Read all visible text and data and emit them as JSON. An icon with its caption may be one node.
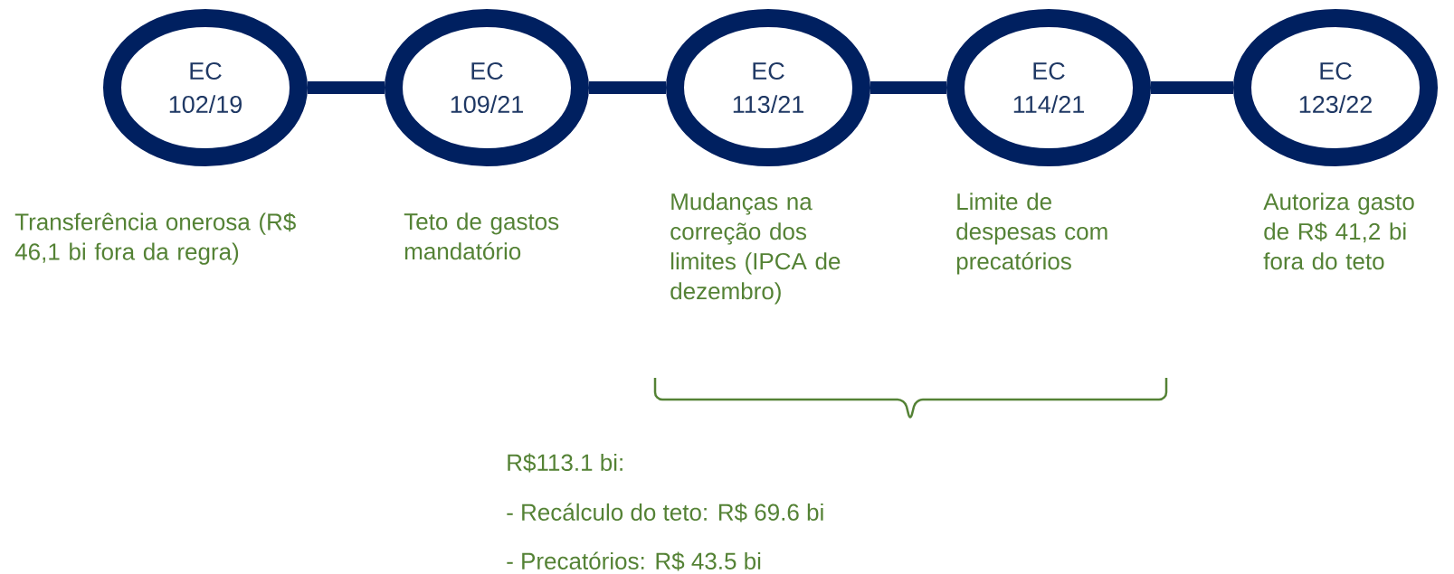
{
  "diagram": {
    "nodes": [
      {
        "text": [
          "EC 102/19"
        ],
        "beside": [
          "Transferência onerosa (R$ 46,1 bi fora da regra)"
        ]
      },
      {
        "text": [
          "EC 109/21"
        ],
        "beside": [
          "Teto de gastos mandatório"
        ]
      },
      {
        "text": [
          "EC 113/21"
        ],
        "beside": [
          "Mudanças na correção dos limites (IPCA de dezembro)"
        ]
      },
      {
        "text": [
          "EC 114/21"
        ],
        "beside": [
          "Limite de despesas com precatórios"
        ]
      },
      {
        "text": [
          "EC 123/22"
        ],
        "beside": [
          "Autoriza gasto de R$ 41,2 bi fora do teto"
        ]
      }
    ],
    "edges": [
      {
        "from": 0,
        "to": 1,
        "arrow": "none"
      },
      {
        "from": 1,
        "to": 2,
        "arrow": "none"
      },
      {
        "from": 2,
        "to": 3,
        "arrow": "none"
      },
      {
        "from": 3,
        "to": 4,
        "arrow": "none"
      }
    ],
    "labels": [
      "R$113.1 bi:",
      "- Recálculo do teto: R$ 69.6 bi",
      "- Precatórios: R$ 43.5 bi"
    ]
  }
}
